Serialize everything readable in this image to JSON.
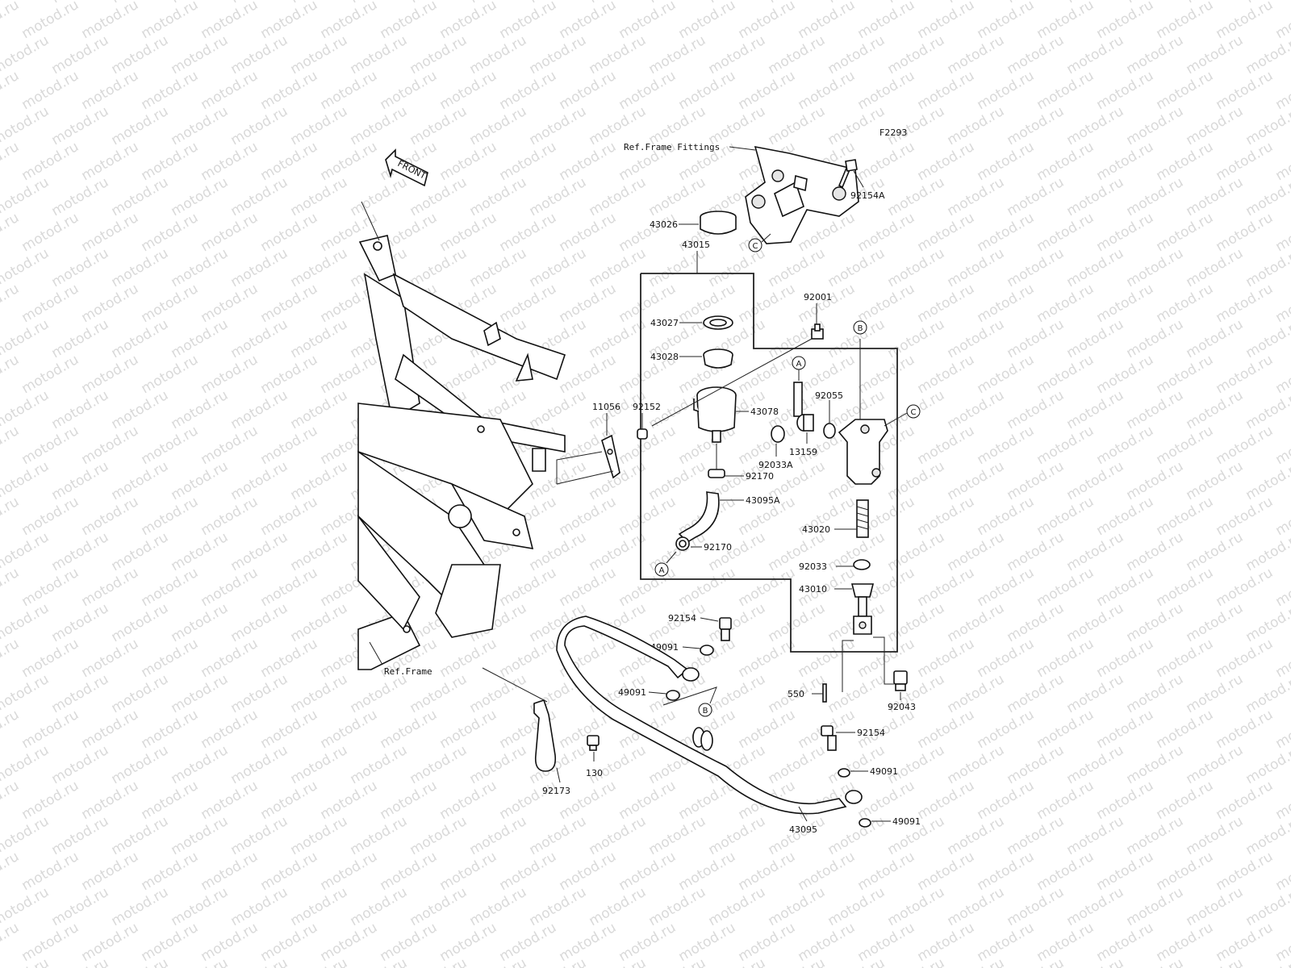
{
  "diagram": {
    "code": "F2293",
    "watermark": "motod.ru",
    "front_label": "FRONT",
    "ref_frame_fittings": "Ref.Frame Fittings",
    "ref_frame": "Ref.Frame"
  },
  "parts": {
    "p92154A": "92154A",
    "p43015": "43015",
    "p43026": "43026",
    "p43027": "43027",
    "p43028": "43028",
    "p92001": "92001",
    "p43078": "43078",
    "p92055": "92055",
    "p11056": "11056",
    "p92152": "92152",
    "p92033A": "92033A",
    "p13159": "13159",
    "p92170a": "92170",
    "p43095A": "43095A",
    "p92170b": "92170",
    "p43020": "43020",
    "p92033": "92033",
    "p43010": "43010",
    "p92154a": "92154",
    "p49091a": "49091",
    "p49091b": "49091",
    "p550": "550",
    "p92043": "92043",
    "p92154b": "92154",
    "p49091c": "49091",
    "p49091d": "49091",
    "p43095": "43095",
    "p130": "130",
    "p92173": "92173"
  },
  "callouts": {
    "A": "A",
    "B": "B",
    "C": "C"
  }
}
